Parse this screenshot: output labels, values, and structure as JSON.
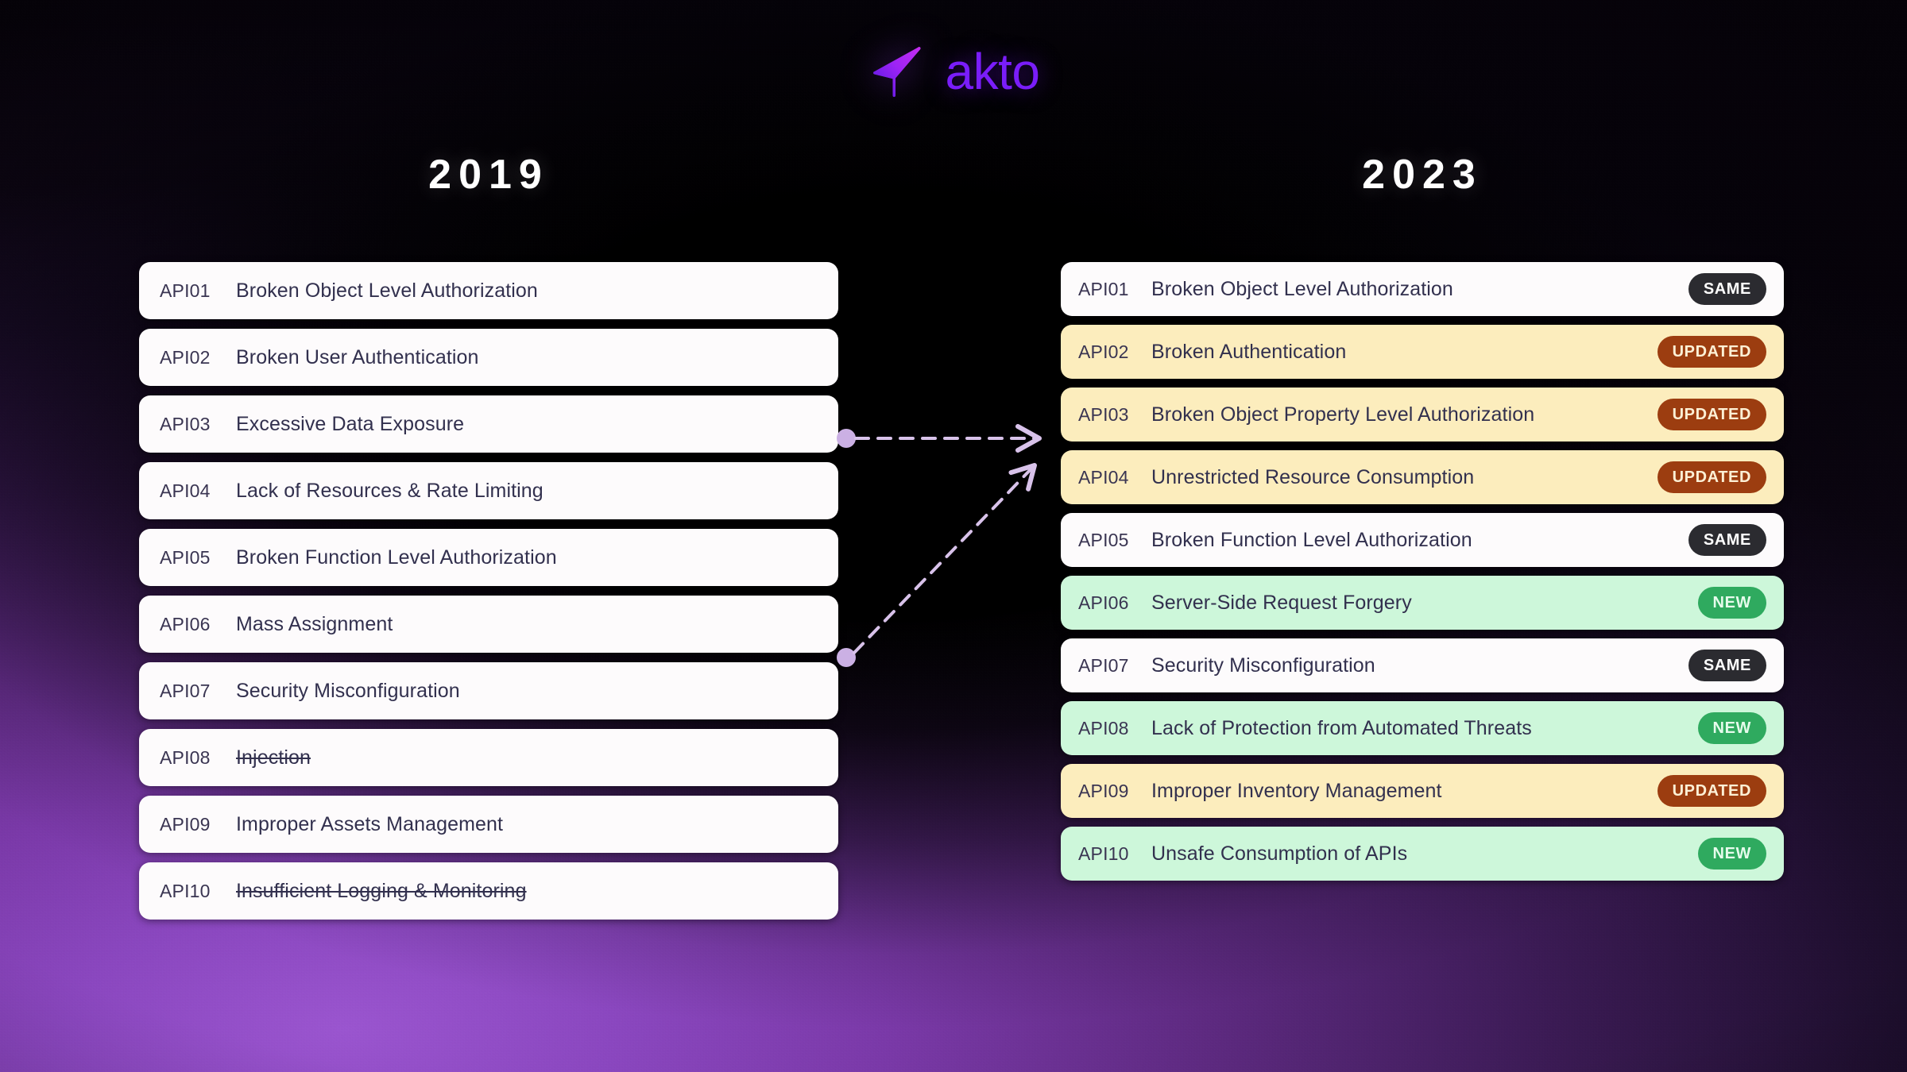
{
  "brand": {
    "name": "akto",
    "logo_icon": "paper-plane-icon",
    "accent_color": "#7a1dfa"
  },
  "columns": {
    "left": {
      "year": "2019",
      "items": [
        {
          "id": "API01",
          "title": "Broken Object Level Authorization",
          "struck": false
        },
        {
          "id": "API02",
          "title": "Broken User Authentication",
          "struck": false
        },
        {
          "id": "API03",
          "title": "Excessive Data Exposure",
          "struck": false
        },
        {
          "id": "API04",
          "title": "Lack of Resources & Rate Limiting",
          "struck": false
        },
        {
          "id": "API05",
          "title": "Broken Function Level Authorization",
          "struck": false
        },
        {
          "id": "API06",
          "title": "Mass Assignment",
          "struck": false
        },
        {
          "id": "API07",
          "title": "Security Misconfiguration",
          "struck": false
        },
        {
          "id": "API08",
          "title": "Injection",
          "struck": true
        },
        {
          "id": "API09",
          "title": "Improper Assets Management",
          "struck": false
        },
        {
          "id": "API10",
          "title": "Insufficient Logging & Monitoring",
          "struck": true
        }
      ]
    },
    "right": {
      "year": "2023",
      "items": [
        {
          "id": "API01",
          "title": "Broken Object Level Authorization",
          "badge": "SAME",
          "status": "same"
        },
        {
          "id": "API02",
          "title": "Broken Authentication",
          "badge": "UPDATED",
          "status": "updated"
        },
        {
          "id": "API03",
          "title": "Broken Object Property Level Authorization",
          "badge": "UPDATED",
          "status": "updated"
        },
        {
          "id": "API04",
          "title": "Unrestricted Resource Consumption",
          "badge": "UPDATED",
          "status": "updated"
        },
        {
          "id": "API05",
          "title": "Broken Function Level Authorization",
          "badge": "SAME",
          "status": "same"
        },
        {
          "id": "API06",
          "title": "Server-Side Request Forgery",
          "badge": "NEW",
          "status": "new"
        },
        {
          "id": "API07",
          "title": "Security Misconfiguration",
          "badge": "SAME",
          "status": "same"
        },
        {
          "id": "API08",
          "title": "Lack of Protection from Automated Threats",
          "badge": "NEW",
          "status": "new"
        },
        {
          "id": "API09",
          "title": "Improper Inventory Management",
          "badge": "UPDATED",
          "status": "updated"
        },
        {
          "id": "API10",
          "title": "Unsafe Consumption of APIs",
          "badge": "NEW",
          "status": "new"
        }
      ]
    }
  },
  "connectors": [
    {
      "from": "left.API03",
      "to": "right.API03",
      "style": "dashed-arrow",
      "color": "#d8c2ea"
    },
    {
      "from": "left.API06",
      "to": "right.API03",
      "style": "dashed-arrow",
      "color": "#d8c2ea"
    }
  ],
  "palette": {
    "row_white": "#fdfbfc",
    "row_amber": "#fcedbd",
    "row_mint": "#cdf7da",
    "badge_same": "#2b2b30",
    "badge_updated": "#9c3d10",
    "badge_new": "#2faa5f",
    "connector": "#d8c2ea",
    "text_dark": "#32304e"
  }
}
